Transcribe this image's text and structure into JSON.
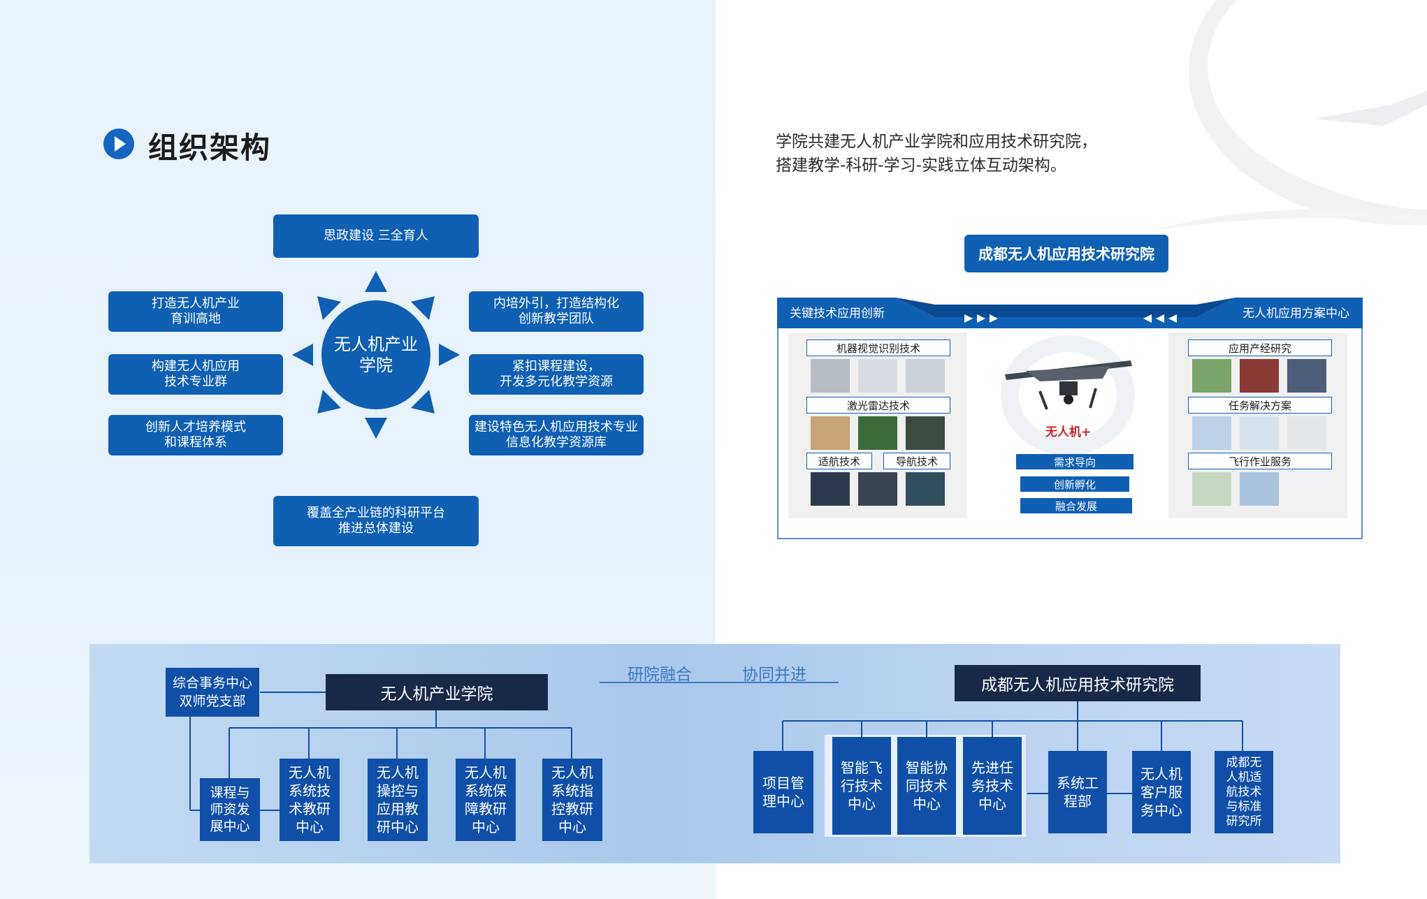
{
  "heading": "组织架构",
  "description": [
    "学院共建无人机产业学院和应用技术研究院，",
    "搭建教学-科研-学习-实践立体互动架构。"
  ],
  "sun": {
    "center": "无人机产业\n学院",
    "top": "思政建设  三全育人",
    "bottom": "覆盖全产业链的科研平台\n推进总体建设",
    "left": [
      "打造无人机产业\n育训高地",
      "构建无人机应用\n技术专业群",
      "创新人才培养模式\n和课程体系"
    ],
    "right": [
      "内培外引，打造结构化\n创新教学团队",
      "紧扣课程建设，\n开发多元化教学资源",
      "建设特色无人机应用技术专业\n信息化教学资源库"
    ]
  },
  "institute": {
    "title": "成都无人机应用技术研究院",
    "left_header": "关键技术应用创新",
    "right_header": "无人机应用方案中心",
    "left_items": [
      "机器视觉识别技术",
      "激光雷达技术",
      "适航技术",
      "导航技术"
    ],
    "right_items": [
      "应用产经研究",
      "任务解决方案",
      "飞行作业服务"
    ],
    "center_badge": "无人机+",
    "center_items": [
      "需求导向",
      "创新孵化",
      "融合发展"
    ]
  },
  "org": {
    "slogans": [
      "研院融合",
      "协同并进"
    ],
    "college": {
      "name": "无人机产业学院",
      "side": "综合事务中心\n双师党支部",
      "units": [
        "课程与\n师资发\n展中心",
        "无人机\n系统技\n术教研\n中心",
        "无人机\n操控与\n应用教\n研中心",
        "无人机\n系统保\n障教研\n中心",
        "无人机\n系统指\n控教研\n中心"
      ]
    },
    "institute": {
      "name": "成都无人机应用技术研究院",
      "units": [
        "项目管\n理中心",
        "智能飞\n行技术\n中心",
        "智能协\n同技术\n中心",
        "先进任\n务技术\n中心",
        "系统工\n程部",
        "无人机\n客户服\n务中心",
        "成都无\n人机适\n航技术\n与标准\n研究所"
      ]
    }
  },
  "colors": {
    "primary": "#0f5fb3",
    "dark": "#172848",
    "panel": "#a9c8ec",
    "text": "#1b1b1b"
  }
}
